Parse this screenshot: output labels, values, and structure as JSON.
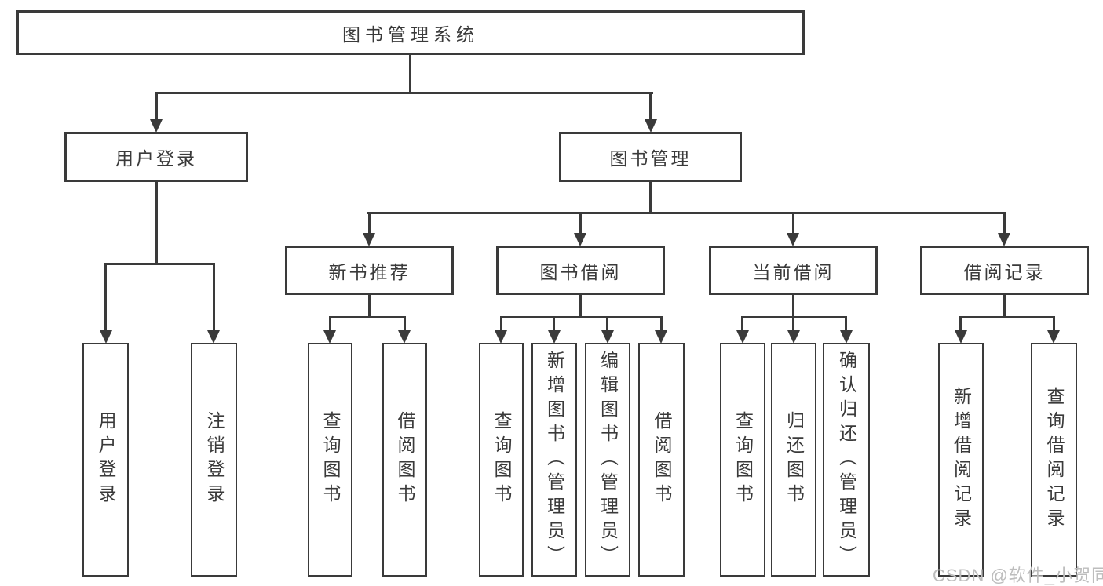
{
  "colors": {
    "line": "#3a3a3a",
    "text": "#3a3a3a",
    "background": "#ffffff",
    "watermark_text_color": "#bdbdbd"
  },
  "watermark": "CSDN @软件_小贺同学",
  "tree": {
    "root": {
      "label": "图书管理系统",
      "children": [
        {
          "label": "用户登录",
          "children": [
            {
              "label": "用户登录"
            },
            {
              "label": "注销登录"
            }
          ]
        },
        {
          "label": "图书管理",
          "children": [
            {
              "label": "新书推荐",
              "children": [
                {
                  "label": "查询图书"
                },
                {
                  "label": "借阅图书"
                }
              ]
            },
            {
              "label": "图书借阅",
              "children": [
                {
                  "label": "查询图书"
                },
                {
                  "label": "新增图书（管理员）"
                },
                {
                  "label": "编辑图书（管理员）"
                },
                {
                  "label": "借阅图书"
                }
              ]
            },
            {
              "label": "当前借阅",
              "children": [
                {
                  "label": "查询图书"
                },
                {
                  "label": "归还图书"
                },
                {
                  "label": "确认归还（管理员）"
                }
              ]
            },
            {
              "label": "借阅记录",
              "children": [
                {
                  "label": "新增借阅记录"
                },
                {
                  "label": "查询借阅记录"
                }
              ]
            }
          ]
        }
      ]
    }
  }
}
